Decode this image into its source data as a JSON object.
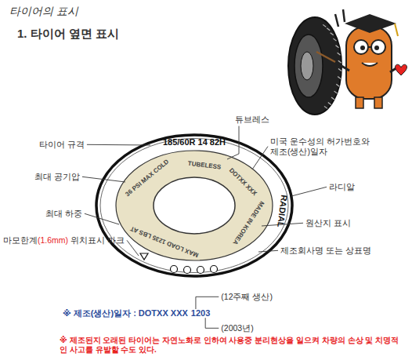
{
  "diagram": {
    "title": "타이어의 표시",
    "labels": [
      "1. 타이어 옆면 표시",
      "185/60R 14 82H",
      "TUBELESS",
      "36 PSI MAX COLD",
      "DOTXX XXX",
      "RADIAL",
      "MADE IN KOREA",
      "MAX LOAD 1235 LBS AT",
      "타이어 규격",
      "최대 공기압",
      "최대 하중",
      "마모한계",
      "(1.6mm)",
      "위치표시 마크",
      "튜브레스",
      "미국 운수성의 허가번호와 제조(생산)일자",
      "라디알",
      "원산지 표시",
      "제조회사명 또는 상표명",
      "※ 제조(생산)일자 : DOTXX XXX",
      "1203",
      "(12주째 생산)",
      "(2003년)",
      "※ 제조된지 오래된 타이어는 자연노화로 인하여 사용중 분리현상을 일으켜 차량의 손상 및 치명적인 사고를 유발할 수도 있다."
    ]
  }
}
